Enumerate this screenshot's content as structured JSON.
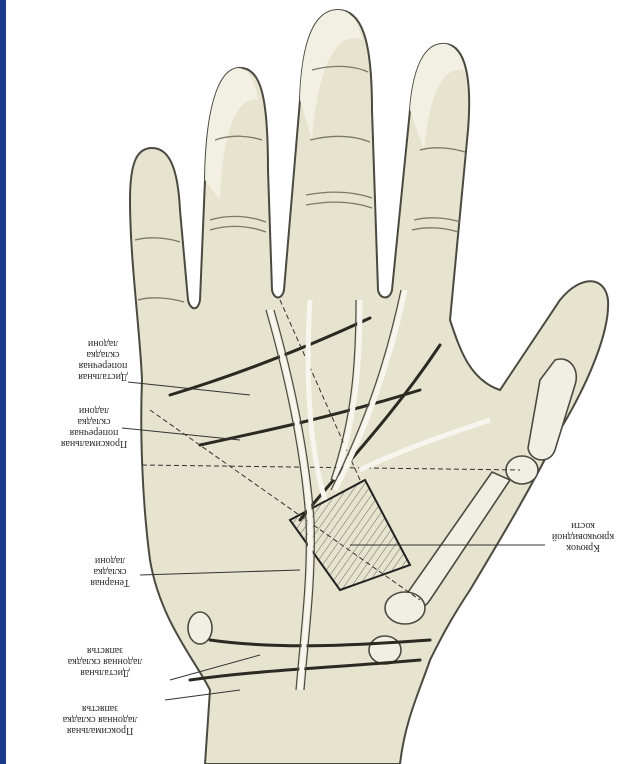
{
  "colors": {
    "skin": "#e6e3cf",
    "skin_shade": "#cfcbb2",
    "outline": "#4a4a40",
    "crease": "#2a2a22",
    "bone": "#f1efe4",
    "border_blue": "#1a3a8c"
  },
  "labels": {
    "distal_palmar": "Дистальная\nпоперечная\nскладка\nладони",
    "middle_palmar": "Проксимальная\nпоперечная\nскладка\nладони",
    "thenar": "Тенарная\nскладка\nладони",
    "distal_wrist": "Дистальная\nладонная складка\nзапястья",
    "proximal_wrist": "Проксимальная\nладонная складка\nзапястья",
    "hamate": "Крючок\nкрючковидной\nкости"
  }
}
